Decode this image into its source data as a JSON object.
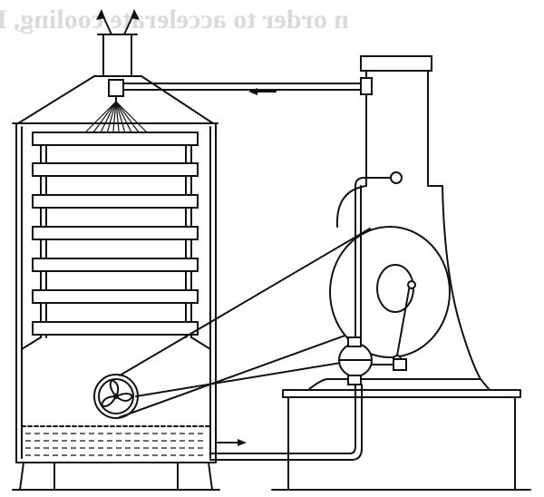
{
  "bleed_through": {
    "lines": [
      "n order to accelerate cooling, Fig.",
      "",
      ""
    ]
  },
  "diagram": {
    "components": [
      "cooling-tower",
      "tower-roof",
      "exhaust-stack",
      "steam-arrows",
      "drying-shelves",
      "water-spray-nozzle",
      "water-reservoir",
      "fan",
      "engine-column",
      "flywheel",
      "water-pump",
      "engine-base",
      "return-pipe",
      "discharge-pipe",
      "belt-drive"
    ],
    "flow_arrows": [
      "return-flow-arrow",
      "discharge-flow-arrow"
    ]
  }
}
